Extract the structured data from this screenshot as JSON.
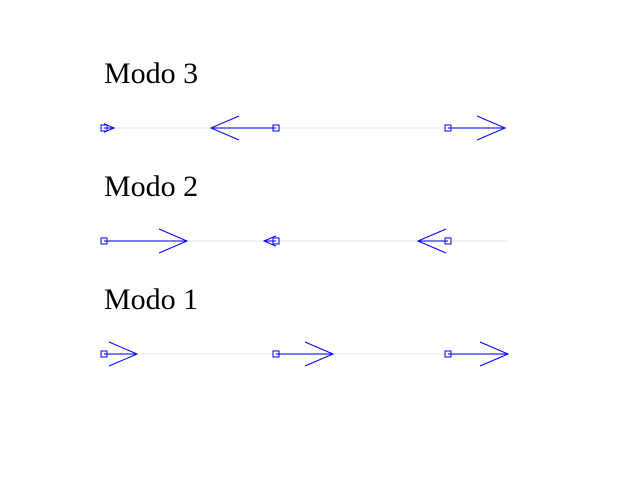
{
  "colors": {
    "background": "#ffffff",
    "baseline": "#eeeeee",
    "arrow": "#0000ff",
    "text": "#000000"
  },
  "modes": [
    {
      "title": "Modo 3",
      "displacements": [
        0.1,
        -0.65,
        0.57
      ]
    },
    {
      "title": "Modo 2",
      "displacements": [
        0.83,
        -0.12,
        -0.3
      ]
    },
    {
      "title": "Modo 1",
      "displacements": [
        0.33,
        0.57,
        0.6
      ]
    }
  ]
}
